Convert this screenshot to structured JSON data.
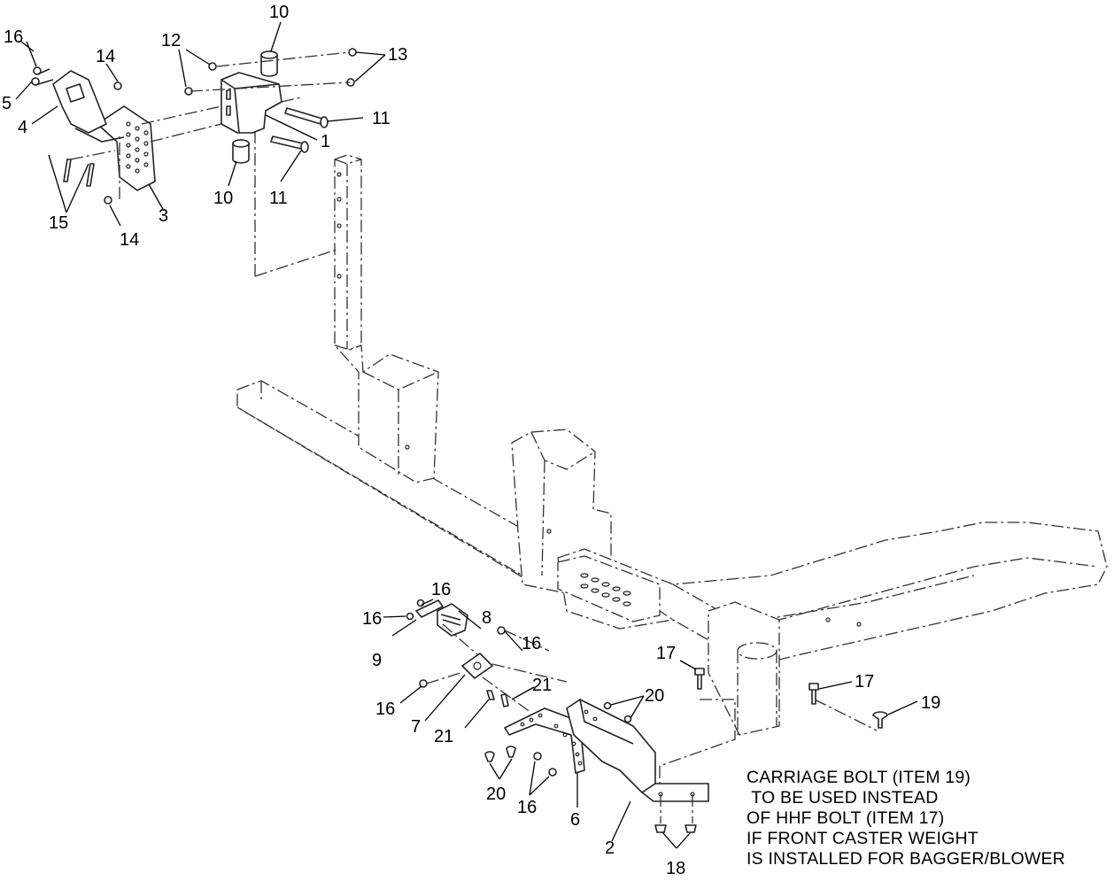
{
  "callouts": {
    "c1": "1",
    "c2": "2",
    "c3": "3",
    "c4": "4",
    "c5": "5",
    "c6": "6",
    "c7": "7",
    "c8": "8",
    "c9": "9",
    "c10a": "10",
    "c10b": "10",
    "c11a": "11",
    "c11b": "11",
    "c12": "12",
    "c13": "13",
    "c14a": "14",
    "c14b": "14",
    "c15": "15",
    "c16a": "16",
    "c16b": "16",
    "c16c": "16",
    "c16d": "16",
    "c16e": "16",
    "c16f": "16",
    "c17a": "17",
    "c17b": "17",
    "c18": "18",
    "c19": "19",
    "c20a": "20",
    "c20b": "20",
    "c21a": "21",
    "c21b": "21"
  },
  "note": {
    "line1": "CARRIAGE BOLT (ITEM 19)",
    "line2": " TO BE USED INSTEAD",
    "line3": "OF HHF BOLT (ITEM 17)",
    "line4": "IF FRONT CASTER WEIGHT",
    "line5": "IS INSTALLED FOR BAGGER/BLOWER"
  }
}
